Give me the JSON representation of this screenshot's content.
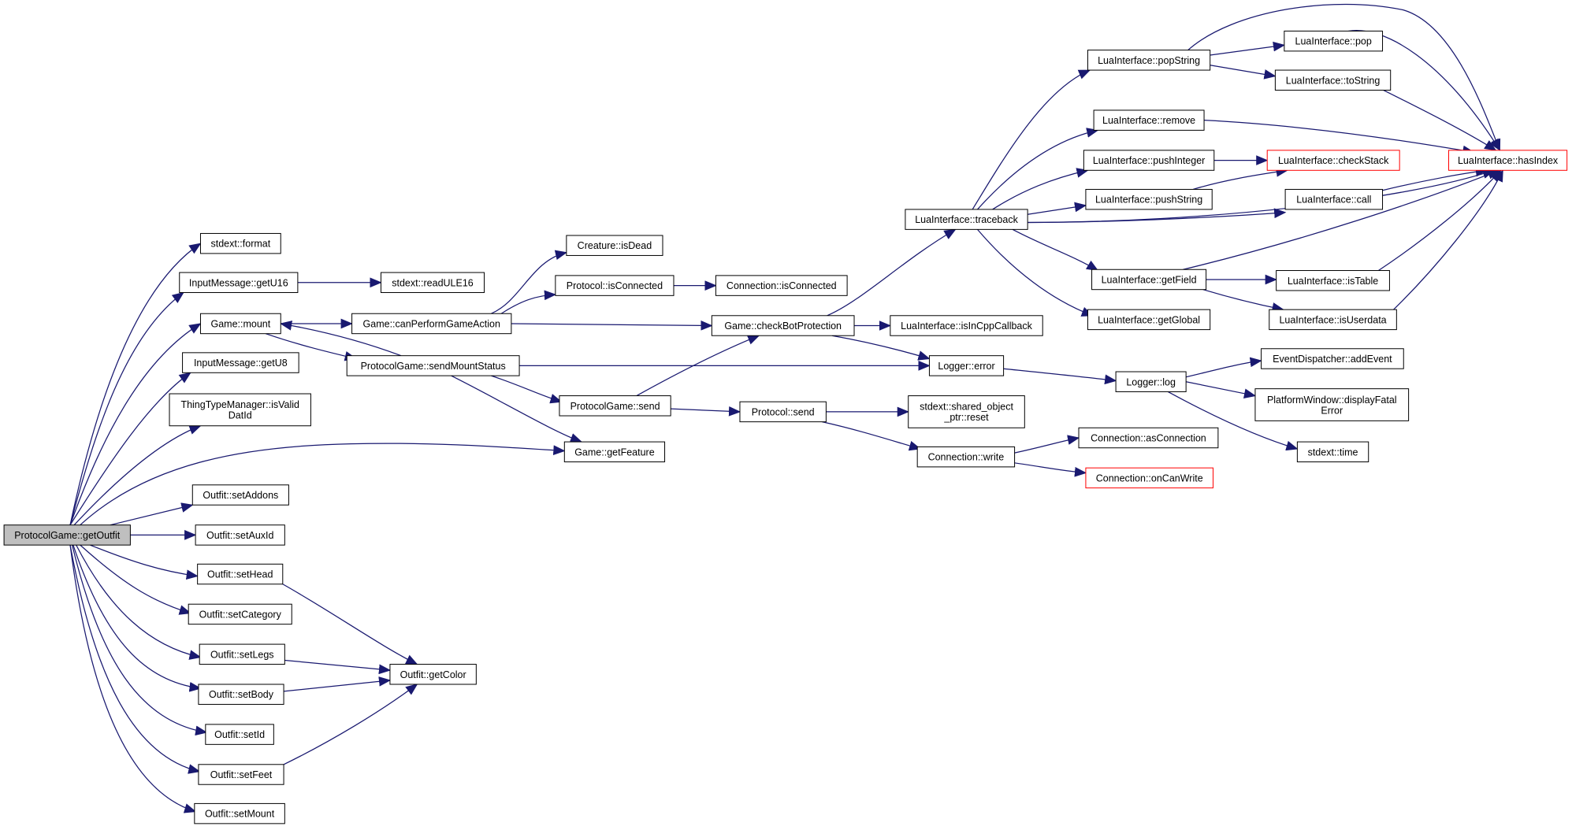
{
  "colors": {
    "edge": "#191970",
    "border": "#000000",
    "border_incomplete": "#ff0000",
    "root_fill": "#bfbfbf",
    "background": "#ffffff"
  },
  "nodes": {
    "root": {
      "lines": [
        "ProtocolGame::getOutfit"
      ]
    },
    "format": {
      "lines": [
        "stdext::format"
      ]
    },
    "getU16": {
      "lines": [
        "InputMessage::getU16"
      ]
    },
    "readULE16": {
      "lines": [
        "stdext::readULE16"
      ]
    },
    "mount": {
      "lines": [
        "Game::mount"
      ]
    },
    "canPerform": {
      "lines": [
        "Game::canPerformGameAction"
      ]
    },
    "creatureIsDead": {
      "lines": [
        "Creature::isDead"
      ]
    },
    "protoIsConnected": {
      "lines": [
        "Protocol::isConnected"
      ]
    },
    "connIsConnected": {
      "lines": [
        "Connection::isConnected"
      ]
    },
    "getU8": {
      "lines": [
        "InputMessage::getU8"
      ]
    },
    "sendMountStatus": {
      "lines": [
        "ProtocolGame::sendMountStatus"
      ]
    },
    "isValidDatId": {
      "lines": [
        "ThingTypeManager::isValid",
        "DatId"
      ]
    },
    "pgSend": {
      "lines": [
        "ProtocolGame::send"
      ]
    },
    "getFeature": {
      "lines": [
        "Game::getFeature"
      ]
    },
    "checkBot": {
      "lines": [
        "Game::checkBotProtection"
      ]
    },
    "protoSend": {
      "lines": [
        "Protocol::send"
      ]
    },
    "isInCpp": {
      "lines": [
        "LuaInterface::isInCppCallback"
      ]
    },
    "loggerError": {
      "lines": [
        "Logger::error"
      ]
    },
    "sharedReset": {
      "lines": [
        "stdext::shared_object",
        "_ptr::reset"
      ]
    },
    "connWrite": {
      "lines": [
        "Connection::write"
      ]
    },
    "traceback": {
      "lines": [
        "LuaInterface::traceback"
      ]
    },
    "loggerLog": {
      "lines": [
        "Logger::log"
      ]
    },
    "asConnection": {
      "lines": [
        "Connection::asConnection"
      ]
    },
    "onCanWrite": {
      "lines": [
        "Connection::onCanWrite"
      ]
    },
    "popString": {
      "lines": [
        "LuaInterface::popString"
      ]
    },
    "remove": {
      "lines": [
        "LuaInterface::remove"
      ]
    },
    "pushInteger": {
      "lines": [
        "LuaInterface::pushInteger"
      ]
    },
    "pushString": {
      "lines": [
        "LuaInterface::pushString"
      ]
    },
    "getField": {
      "lines": [
        "LuaInterface::getField"
      ]
    },
    "getGlobal": {
      "lines": [
        "LuaInterface::getGlobal"
      ]
    },
    "addEvent": {
      "lines": [
        "EventDispatcher::addEvent"
      ]
    },
    "displayFatal": {
      "lines": [
        "PlatformWindow::displayFatal",
        "Error"
      ]
    },
    "time": {
      "lines": [
        "stdext::time"
      ]
    },
    "pop": {
      "lines": [
        "LuaInterface::pop"
      ]
    },
    "toString": {
      "lines": [
        "LuaInterface::toString"
      ]
    },
    "checkStack": {
      "lines": [
        "LuaInterface::checkStack"
      ]
    },
    "call": {
      "lines": [
        "LuaInterface::call"
      ]
    },
    "isTable": {
      "lines": [
        "LuaInterface::isTable"
      ]
    },
    "isUserdata": {
      "lines": [
        "LuaInterface::isUserdata"
      ]
    },
    "hasIndex": {
      "lines": [
        "LuaInterface::hasIndex"
      ]
    },
    "setAddons": {
      "lines": [
        "Outfit::setAddons"
      ]
    },
    "setAuxId": {
      "lines": [
        "Outfit::setAuxId"
      ]
    },
    "setHead": {
      "lines": [
        "Outfit::setHead"
      ]
    },
    "setCategory": {
      "lines": [
        "Outfit::setCategory"
      ]
    },
    "setLegs": {
      "lines": [
        "Outfit::setLegs"
      ]
    },
    "setBody": {
      "lines": [
        "Outfit::setBody"
      ]
    },
    "setId": {
      "lines": [
        "Outfit::setId"
      ]
    },
    "setFeet": {
      "lines": [
        "Outfit::setFeet"
      ]
    },
    "setMount": {
      "lines": [
        "Outfit::setMount"
      ]
    },
    "getColor": {
      "lines": [
        "Outfit::getColor"
      ]
    }
  }
}
